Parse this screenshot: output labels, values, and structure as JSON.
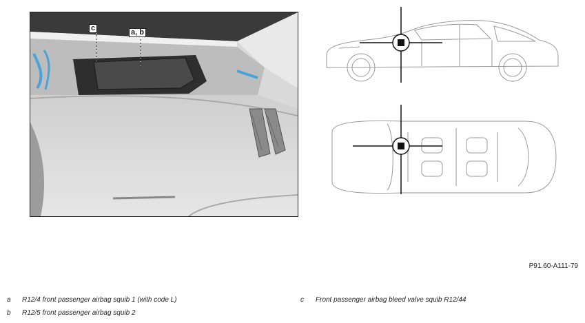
{
  "callouts": {
    "c": "c",
    "ab": "a, b"
  },
  "reference_code": "P91.60-A111-79",
  "legend": [
    {
      "key": "a",
      "text": "R12/4 front passenger airbag squib 1 (with code L)"
    },
    {
      "key": "b",
      "text": "R12/5 front passenger airbag squib 2"
    },
    {
      "key": "c",
      "text": "Front passenger airbag bleed valve squib R12/44"
    }
  ]
}
